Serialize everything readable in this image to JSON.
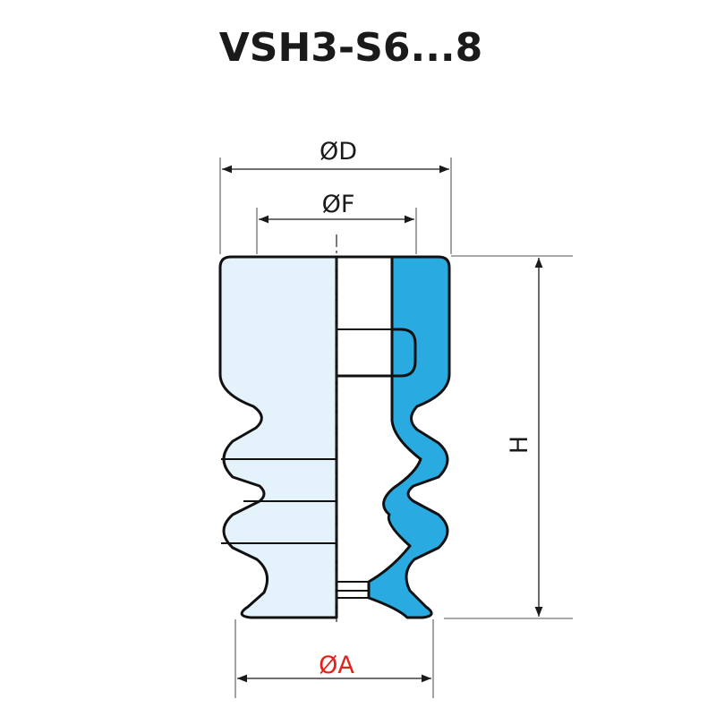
{
  "title": "VSH3-S6...8",
  "dimensions": {
    "outer_diameter": "ØD",
    "inner_diameter": "ØF",
    "lip_diameter": "ØA",
    "height": "H"
  },
  "colors": {
    "body_fill": "#e3f2fb",
    "section_fill": "#29abe2",
    "outline": "#111111",
    "lip_label": "#e0241b"
  }
}
